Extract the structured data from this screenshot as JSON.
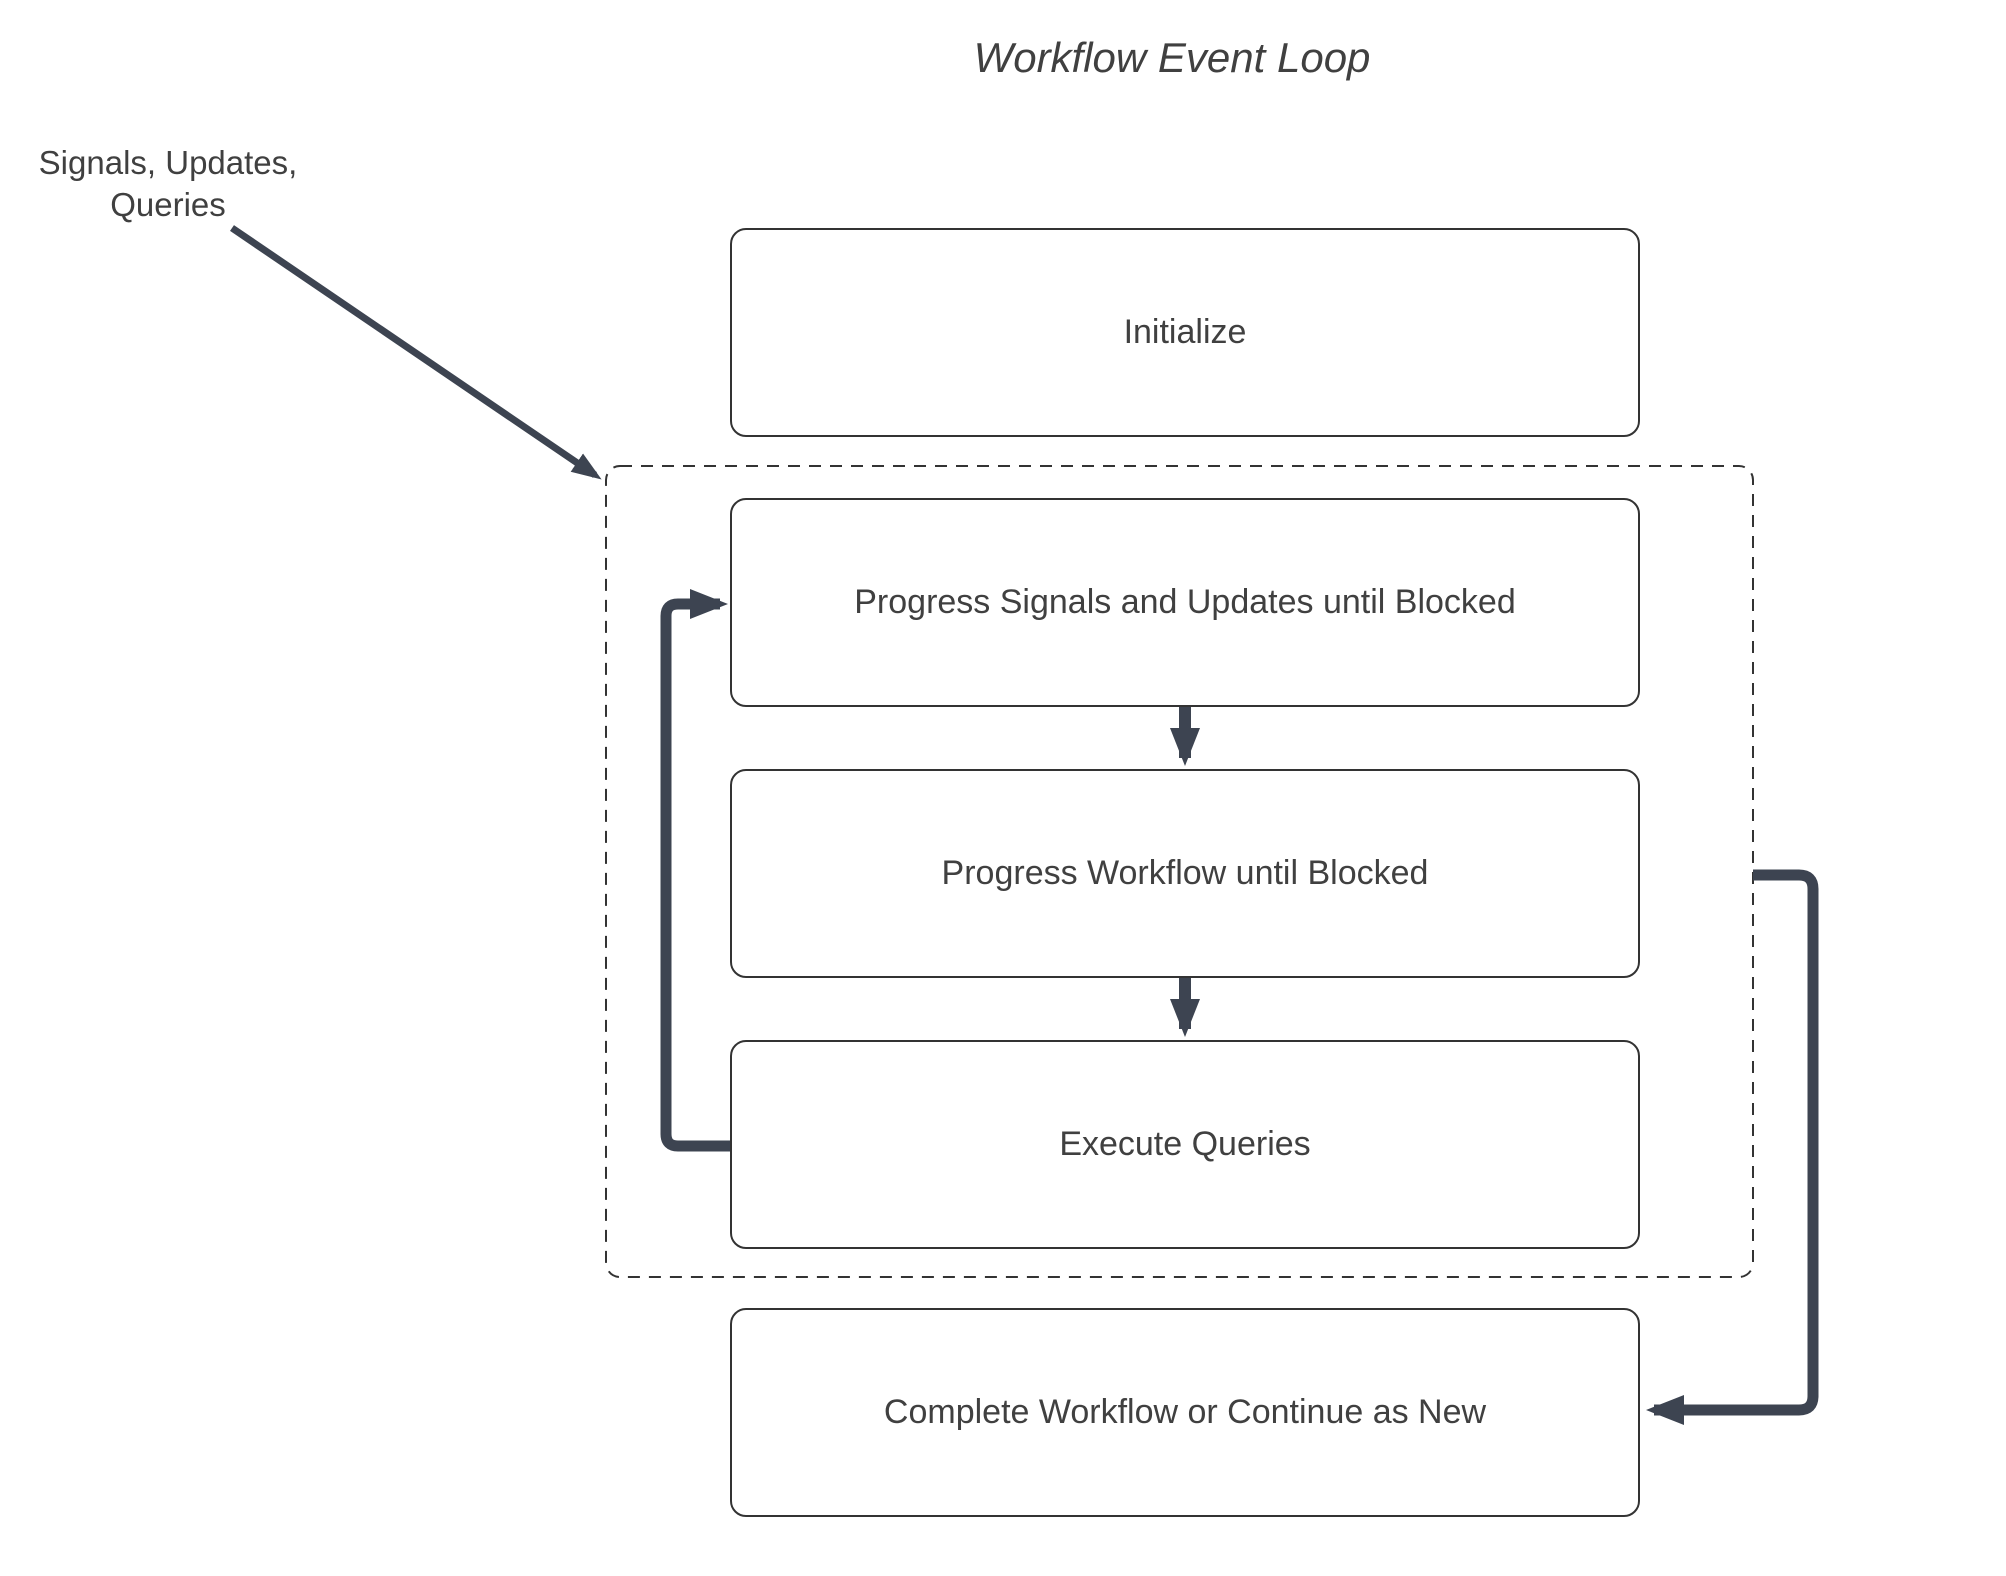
{
  "title": "Workflow Event Loop",
  "annotation": {
    "line1": "Signals, Updates,",
    "line2": "Queries"
  },
  "nodes": {
    "initialize": "Initialize",
    "progress_signals": "Progress Signals and Updates until Blocked",
    "progress_workflow": "Progress Workflow until Blocked",
    "execute_queries": "Execute Queries",
    "complete": "Complete Workflow or Continue as New"
  },
  "edges": {
    "annotation_to_loop_group": "Signals, Updates, Queries into event loop group",
    "progress_signals_to_progress_workflow": "down arrow",
    "progress_workflow_to_execute_queries": "down arrow",
    "execute_queries_back_to_progress_signals": "loop-back arrow",
    "loop_group_to_complete": "exit arrow to Complete Workflow or Continue as New"
  },
  "colors": {
    "arrow": "#3D4451",
    "border": "#333333",
    "text": "#404040",
    "background": "#FFFFFF"
  }
}
